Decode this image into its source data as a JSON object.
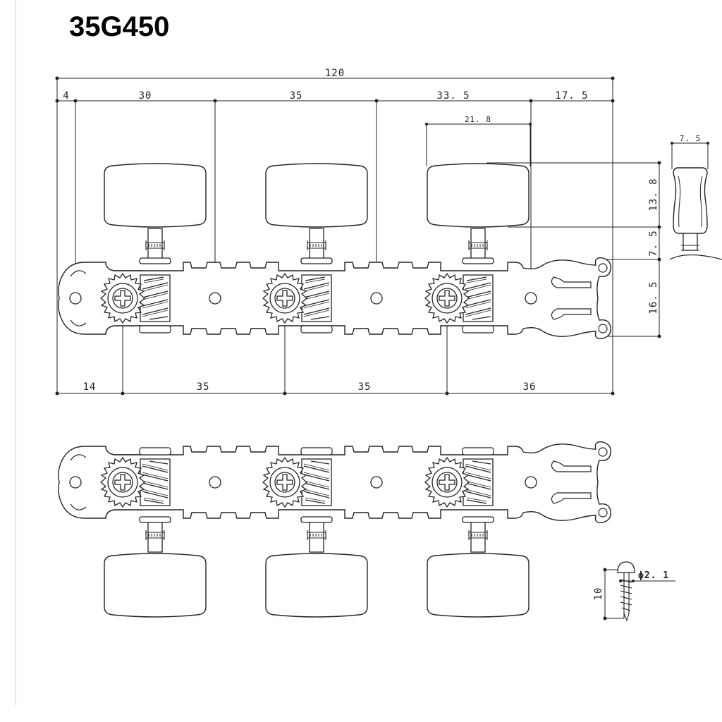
{
  "title": "35G450",
  "dimensions": {
    "overall_length": "120",
    "top_spacings": [
      "4",
      "30",
      "35",
      "33. 5",
      "17. 5"
    ],
    "button_width": "21. 8",
    "button_thickness": "7. 5",
    "button_height": "13. 8",
    "shaft_length": "7. 5",
    "plate_height": "16. 5",
    "bottom_spacings": [
      "14",
      "35",
      "35",
      "36"
    ],
    "screw_diameter": "ϕ2. 1",
    "screw_length": "10"
  }
}
